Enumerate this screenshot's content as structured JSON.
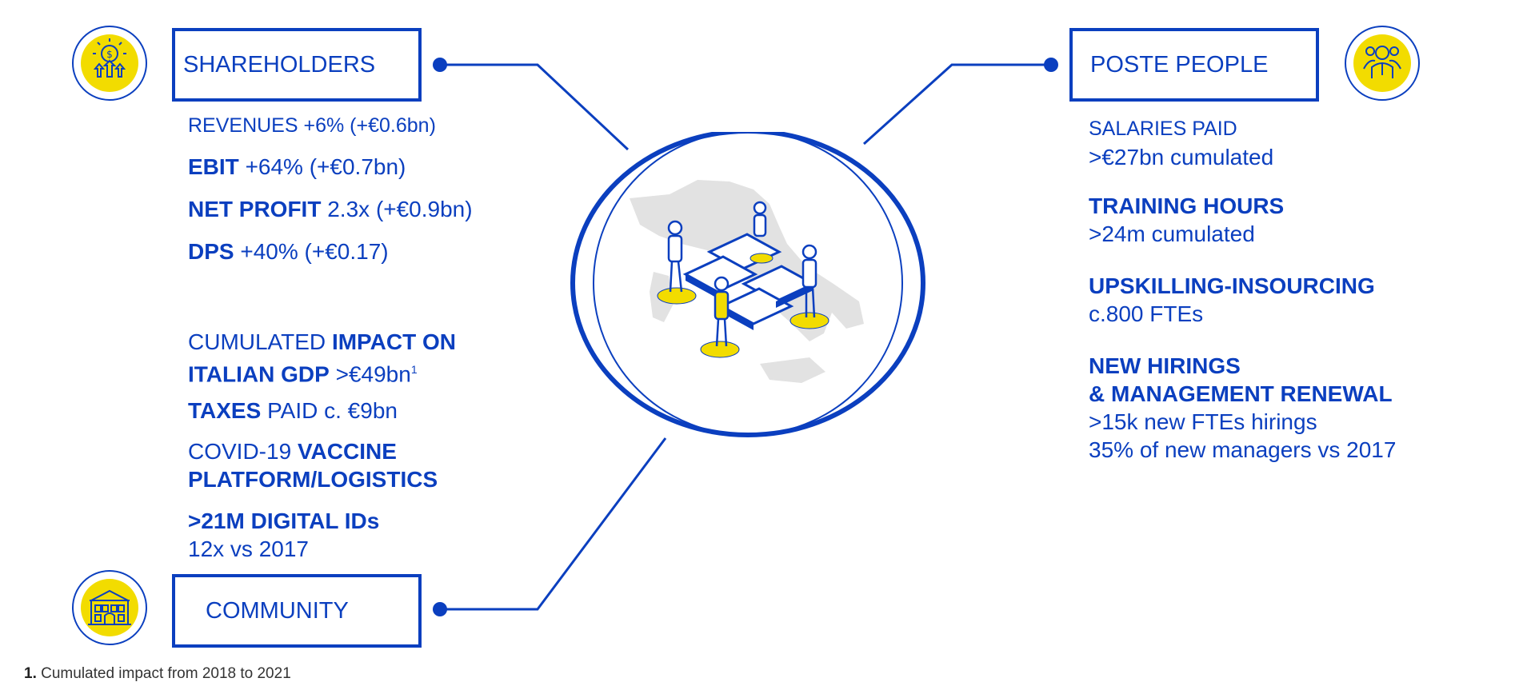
{
  "colors": {
    "brand_blue": "#0b3fbf",
    "accent_yellow": "#f2dc00",
    "map_gray": "#e2e2e2"
  },
  "shareholders": {
    "label": "SHAREHOLDERS",
    "icon": "money-growth-icon",
    "revenues": {
      "label": "REVENUES",
      "value": "+6% (+€0.6bn)"
    },
    "ebit": {
      "label": "EBIT",
      "value": "+64% (+€0.7bn)"
    },
    "net_profit": {
      "label": "NET PROFIT",
      "value": "2.3x (+€0.9bn)"
    },
    "dps": {
      "label": "DPS",
      "value": "+40% (+€0.17)"
    }
  },
  "community": {
    "label": "COMMUNITY",
    "icon": "building-icon",
    "gdp": {
      "prefix": "CUMULATED",
      "bold1": "IMPACT ON",
      "bold2": "ITALIAN GDP",
      "value": ">€49bn",
      "sup": "1"
    },
    "taxes": {
      "bold": "TAXES",
      "value": "PAID c. €9bn"
    },
    "vaccine": {
      "prefix": "COVID-19",
      "bold1": "VACCINE",
      "bold2": "PLATFORM/LOGISTICS"
    },
    "digital_ids": {
      "bold": ">21M DIGITAL IDs",
      "value": "12x vs 2017"
    }
  },
  "poste_people": {
    "label": "POSTE PEOPLE",
    "icon": "people-icon",
    "salaries": {
      "label": "SALARIES PAID",
      "value": ">€27bn cumulated"
    },
    "training": {
      "label": "TRAINING HOURS",
      "value": ">24m cumulated"
    },
    "upskilling": {
      "label": "UPSKILLING-INSOURCING",
      "value": "c.800 FTEs"
    },
    "hirings": {
      "label1": "NEW HIRINGS",
      "label2": "& MANAGEMENT RENEWAL",
      "value1": ">15k new FTEs hirings",
      "value2": "35% of new managers vs 2017"
    }
  },
  "center": {
    "illustration": "italy-map-puzzle-people-illustration"
  },
  "footnote": {
    "number": "1.",
    "text": "Cumulated impact from 2018 to 2021"
  }
}
